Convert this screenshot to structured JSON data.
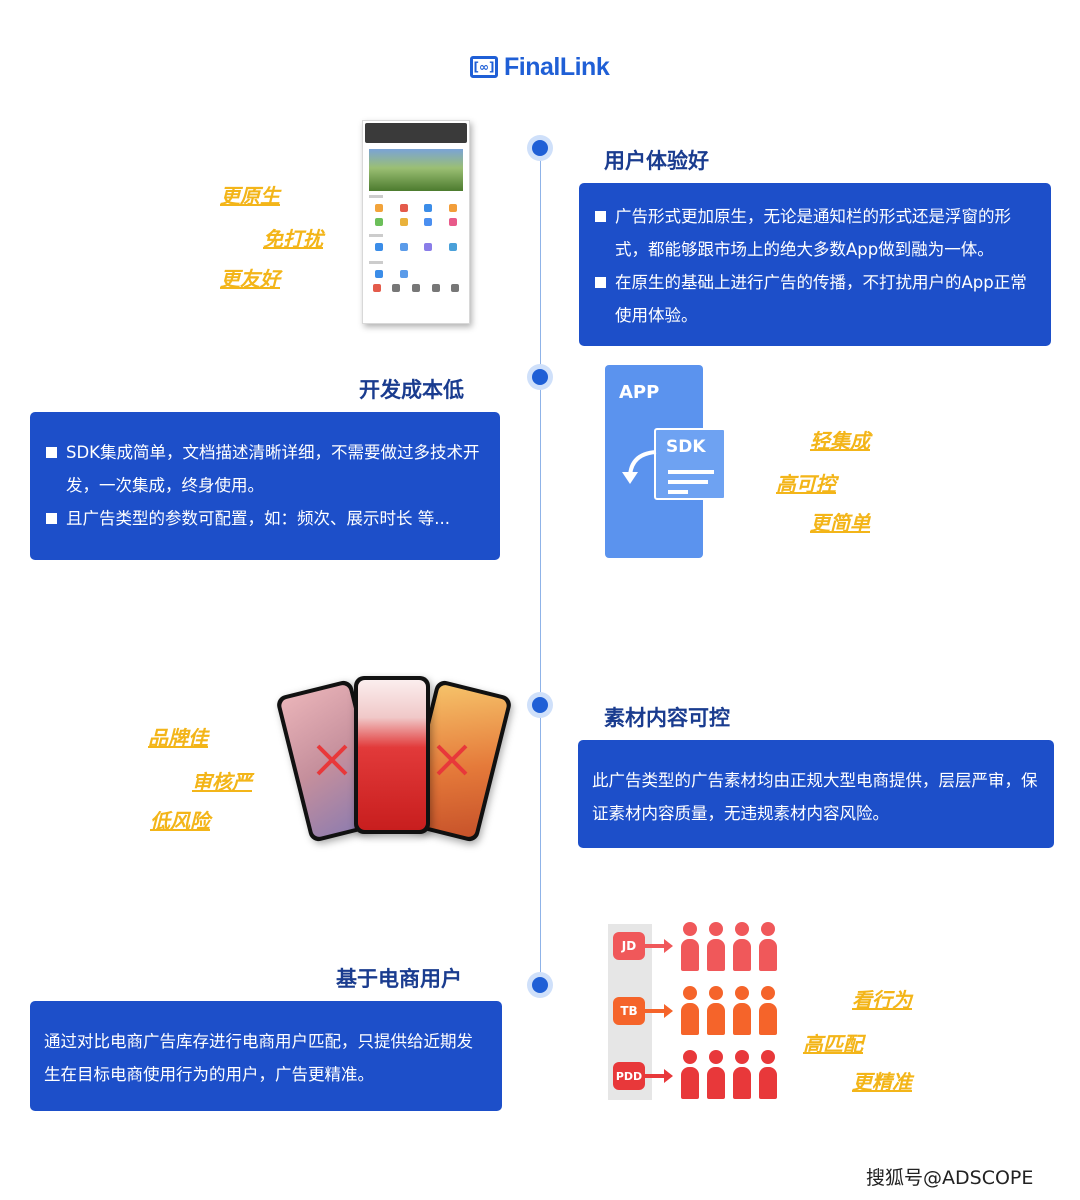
{
  "logo": {
    "text": "FinalLink",
    "mark": "[∞]"
  },
  "sections": [
    {
      "title": "用户体验好",
      "bullets": [
        "广告形式更加原生，无论是通知栏的形式还是浮窗的形式，都能够跟市场上的绝大多数App做到融为一体。",
        "在原生的基础上进行广告的传播，不打扰用户的App正常使用体验。"
      ],
      "tags": [
        "更原生",
        "免打扰",
        "更友好"
      ]
    },
    {
      "title": "开发成本低",
      "bullets": [
        "SDK集成简单，文档描述清晰详细，不需要做过多技术开发，一次集成，终身使用。",
        "且广告类型的参数可配置，如：频次、展示时长 等..."
      ],
      "tags": [
        "轻集成",
        "高可控",
        "更简单"
      ],
      "illustration": {
        "app_label": "APP",
        "sdk_label": "SDK"
      }
    },
    {
      "title": "素材内容可控",
      "text": "此广告类型的广告素材均由正规大型电商提供，层层严审，保证素材内容质量，无违规素材内容风险。",
      "tags": [
        "品牌佳",
        "审核严",
        "低风险"
      ]
    },
    {
      "title": "基于电商用户",
      "text": "通过对比电商广告库存进行电商用户匹配，只提供给近期发生在目标电商使用行为的用户，广告更精准。",
      "tags": [
        "看行为",
        "高匹配",
        "更精准"
      ],
      "brands": [
        {
          "label": "JD",
          "color": "#f0585a"
        },
        {
          "label": "TB",
          "color": "#f5642a"
        },
        {
          "label": "PDD",
          "color": "#e8383a"
        }
      ]
    }
  ],
  "watermark": "搜狐号@ADSCOPE",
  "colors": {
    "primary": "#1d4fc9",
    "accent": "#f3b519",
    "title": "#1a3c8f"
  }
}
